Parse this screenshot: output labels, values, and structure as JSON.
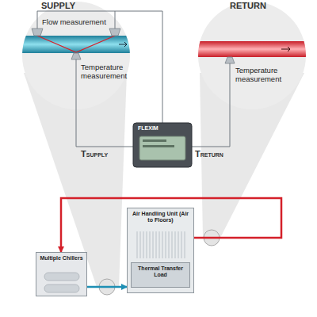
{
  "diagram": {
    "nodes": [
      {
        "text": [
          "FLEXIM"
        ]
      },
      {
        "text": [
          "Air Handling Unit (Air to Floors)"
        ]
      },
      {
        "text": [
          "Thermal Transfer Load"
        ],
        "in": 1
      },
      {
        "text": [
          "Multiple Chillers"
        ]
      }
    ],
    "edges": [
      {
        "from": 3,
        "to": 1,
        "arrow": "to"
      },
      {
        "from": 1,
        "to": 3,
        "arrow": "to"
      }
    ],
    "labels": [
      "SUPPLY",
      "RETURN",
      "Flow measurement",
      "Temperature measurement",
      "Temperature measurement",
      "TSUPPLY",
      "TRETURN"
    ]
  }
}
